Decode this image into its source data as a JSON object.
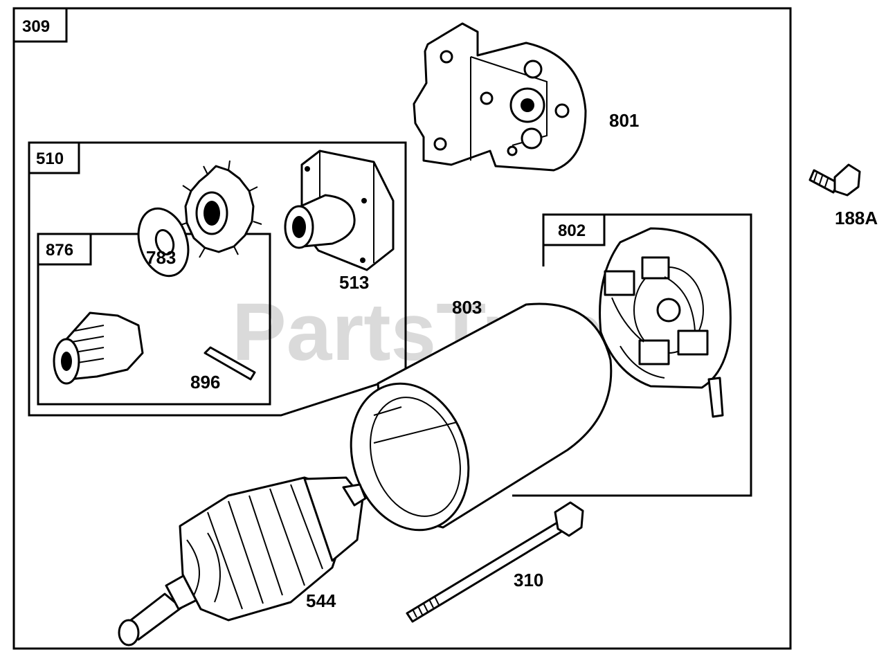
{
  "diagram": {
    "watermark": "PartsTree",
    "boxes": {
      "main": "309",
      "drive_assembly": "510",
      "clutch_subassembly": "876",
      "end_cap_assembly": "802"
    },
    "parts": {
      "drive_end_cap": "513",
      "gear": "783",
      "roll_pin": "896",
      "mounting_bracket": "801",
      "screw": "188A",
      "housing": "803",
      "armature": "544",
      "through_bolt": "310"
    }
  }
}
